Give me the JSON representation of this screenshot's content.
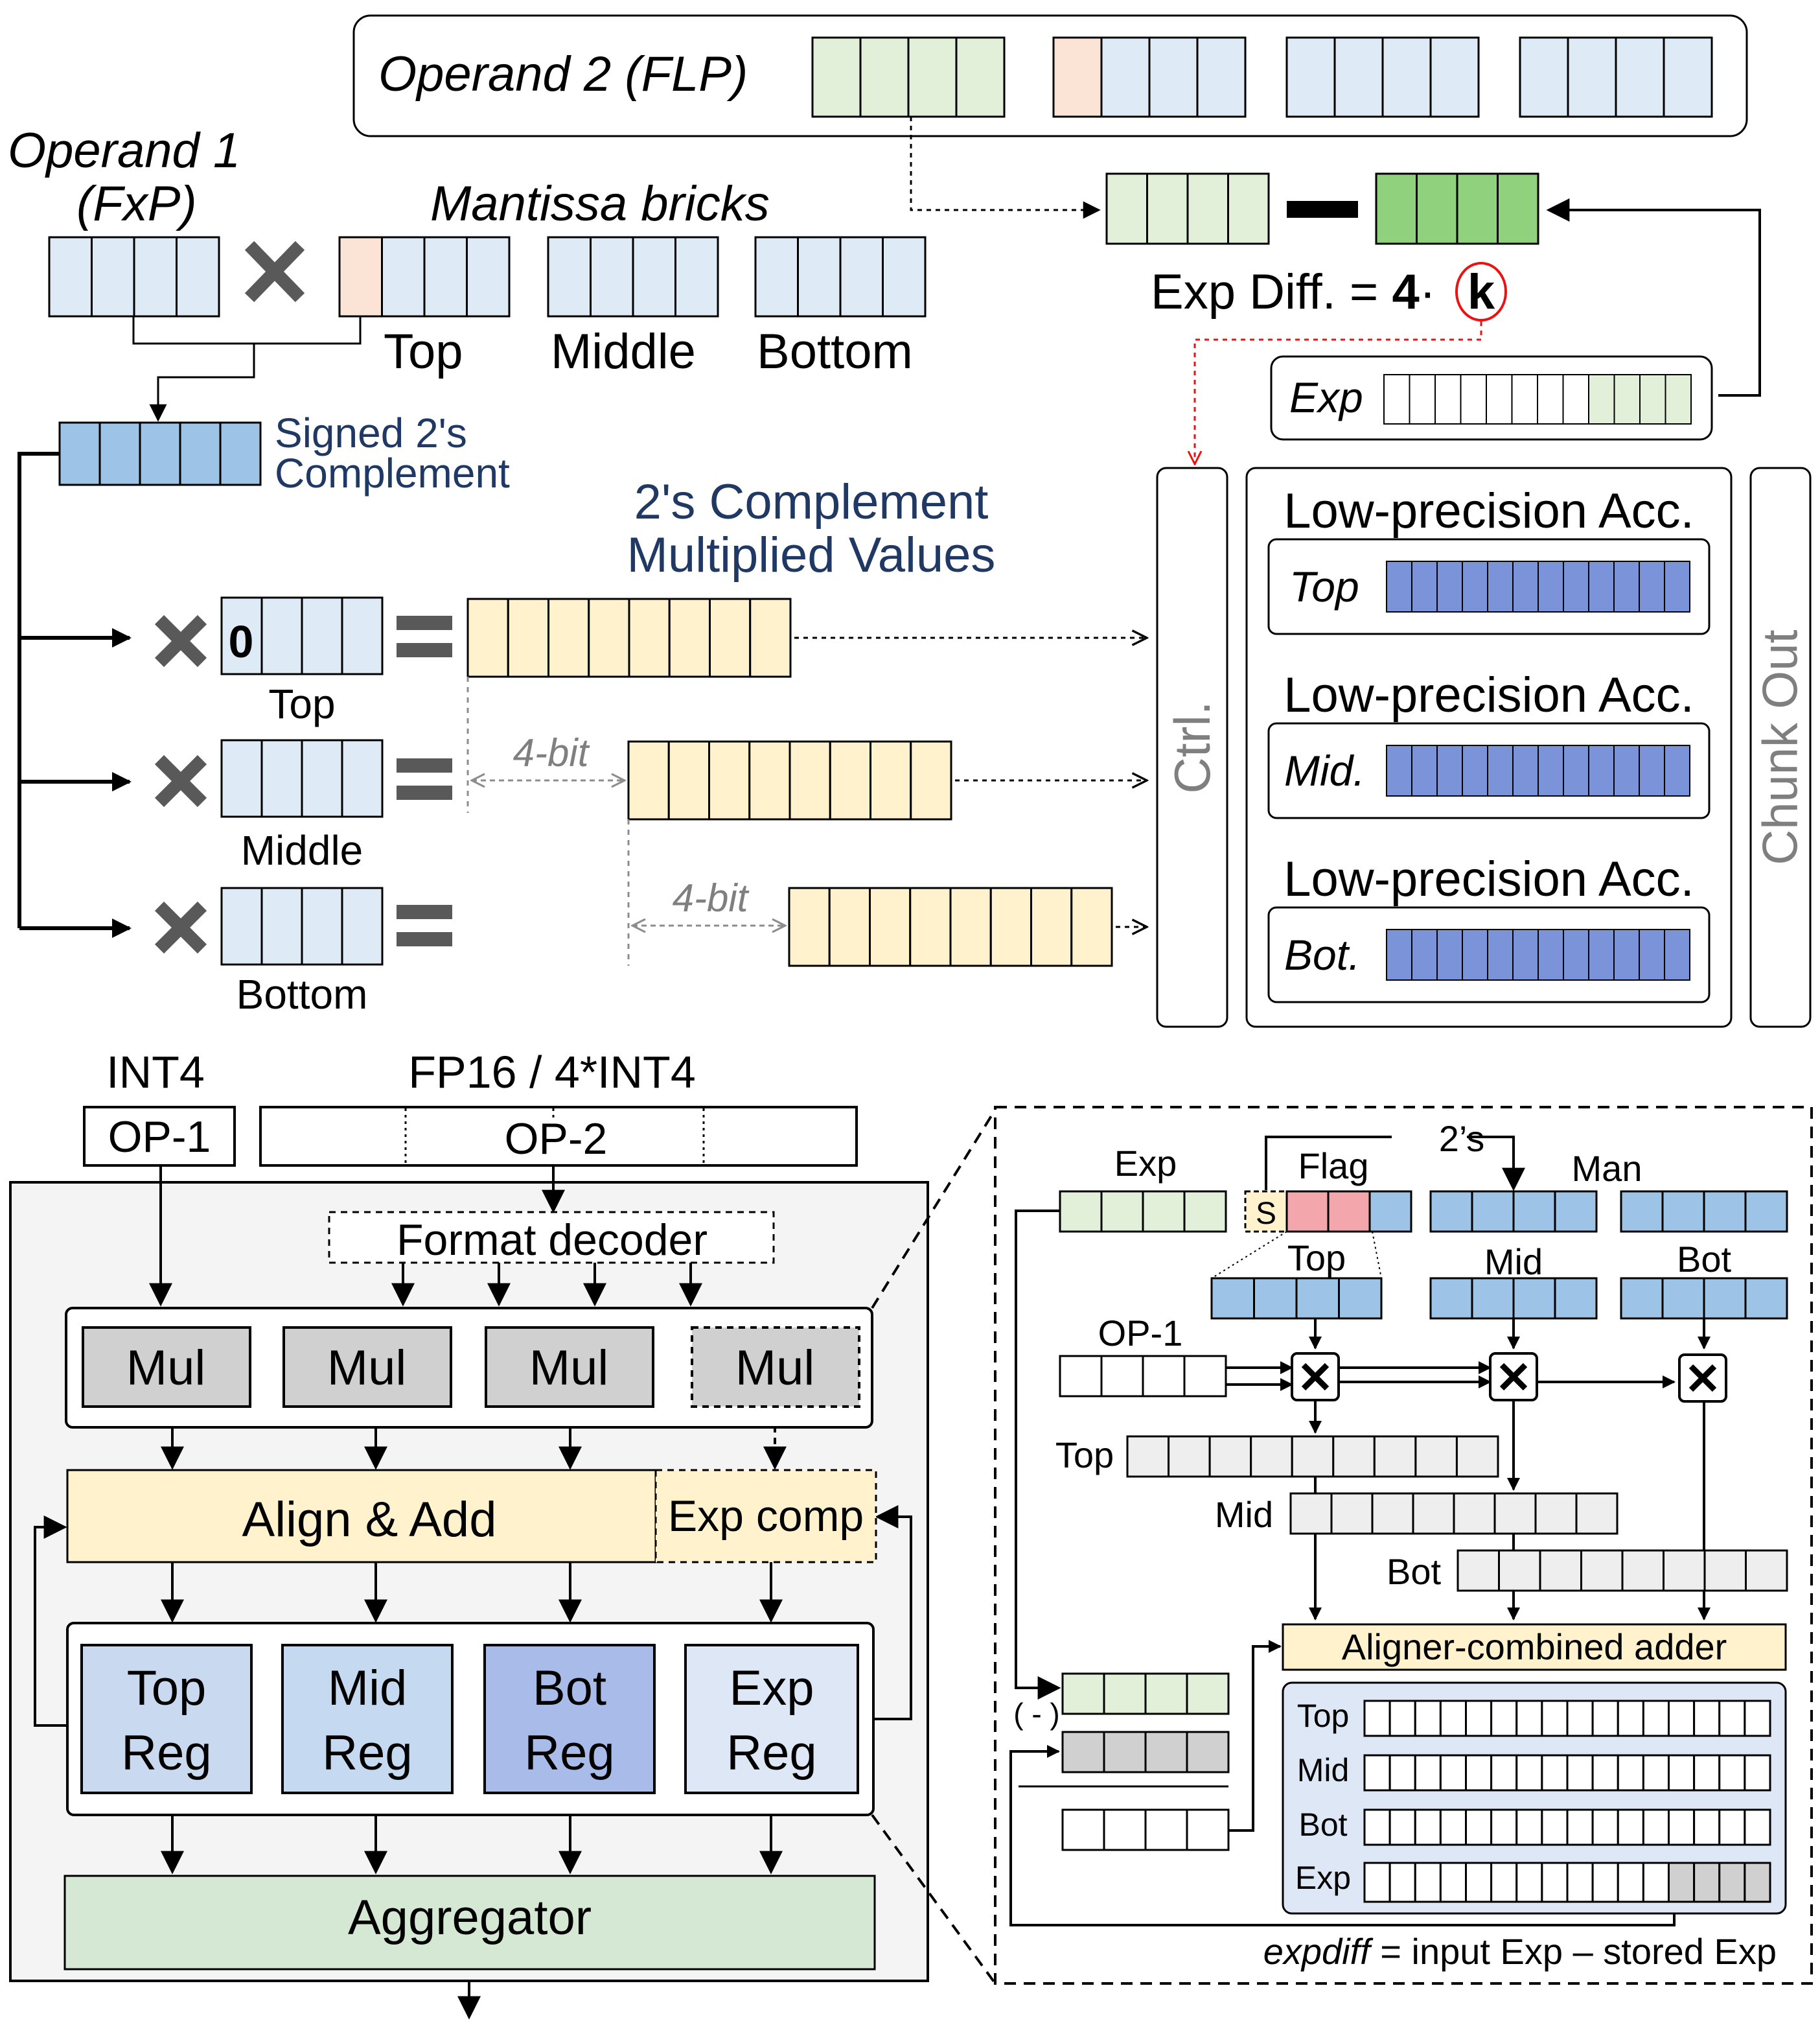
{
  "colors": {
    "green_light": "#e2efd9",
    "green_dark": "#8fd17c",
    "peach": "#fbe4d5",
    "blue_light": "#deebf7",
    "blue_mid": "#9dc3e6",
    "blue_acc": "#7b93d9",
    "yellow": "#fff2cc",
    "red_flag": "#f4a6ad",
    "gray_cell": "#eeeeee",
    "gray_mul": "#d0d0d0",
    "gray_bg": "#f4f4f4",
    "text_navy": "#1f3864",
    "text_gray": "#7f7f7f",
    "red_dash": "#ee1111"
  },
  "top": {
    "operand2_label": "Operand 2 (FLP)",
    "operand1_label_1": "Operand 1",
    "operand1_label_2": "(FxP)",
    "mantissa_label": "Mantissa bricks",
    "brick_top": "Top",
    "brick_middle": "Middle",
    "brick_bottom": "Bottom",
    "exp_diff_label": "Exp Diff. = ",
    "exp_diff_four": "4",
    "exp_diff_dot": "·",
    "exp_diff_k": "k",
    "exp_label": "Exp",
    "signed_1": "Signed 2's",
    "signed_2": "Complement",
    "multiplied_1": "2's Complement",
    "multiplied_2": "Multiplied Values",
    "zero": "0",
    "row_top": "Top",
    "row_middle": "Middle",
    "row_bottom": "Bottom",
    "shift_1": "4-bit",
    "shift_2": "4-bit",
    "ctrl": "Ctrl.",
    "chunk_out": "Chunk Out",
    "acc_title_1": "Low-precision Acc.",
    "acc_title_2": "Low-precision Acc.",
    "acc_title_3": "Low-precision Acc.",
    "acc_top": "Top",
    "acc_mid": "Mid.",
    "acc_bot": "Bot."
  },
  "bottom_left": {
    "int4": "INT4",
    "op1": "OP-1",
    "fp16": "FP16 / 4*INT4",
    "op2": "OP-2",
    "format_decoder": "Format decoder",
    "mul_1": "Mul",
    "mul_2": "Mul",
    "mul_3": "Mul",
    "mul_4": "Mul",
    "align_add": "Align & Add",
    "exp_comp": "Exp comp",
    "top_reg_1": "Top",
    "top_reg_2": "Reg",
    "mid_reg_1": "Mid",
    "mid_reg_2": "Reg",
    "bot_reg_1": "Bot",
    "bot_reg_2": "Reg",
    "exp_reg_1": "Exp",
    "exp_reg_2": "Reg",
    "aggregator": "Aggregator"
  },
  "bottom_right": {
    "exp": "Exp",
    "flag": "Flag",
    "s": "S",
    "twos": "2’s",
    "man": "Man",
    "top": "Top",
    "mid": "Mid",
    "bot": "Bot",
    "op1": "OP-1",
    "prod_top": "Top",
    "prod_mid": "Mid",
    "prod_bot": "Bot",
    "aligner": "Aligner-combined adder",
    "minus": "( - )",
    "reg_top": "Top",
    "reg_mid": "Mid",
    "reg_bot": "Bot",
    "reg_exp": "Exp",
    "formula_italic": "expdiff",
    "formula_rest": " = input Exp – stored Exp"
  }
}
